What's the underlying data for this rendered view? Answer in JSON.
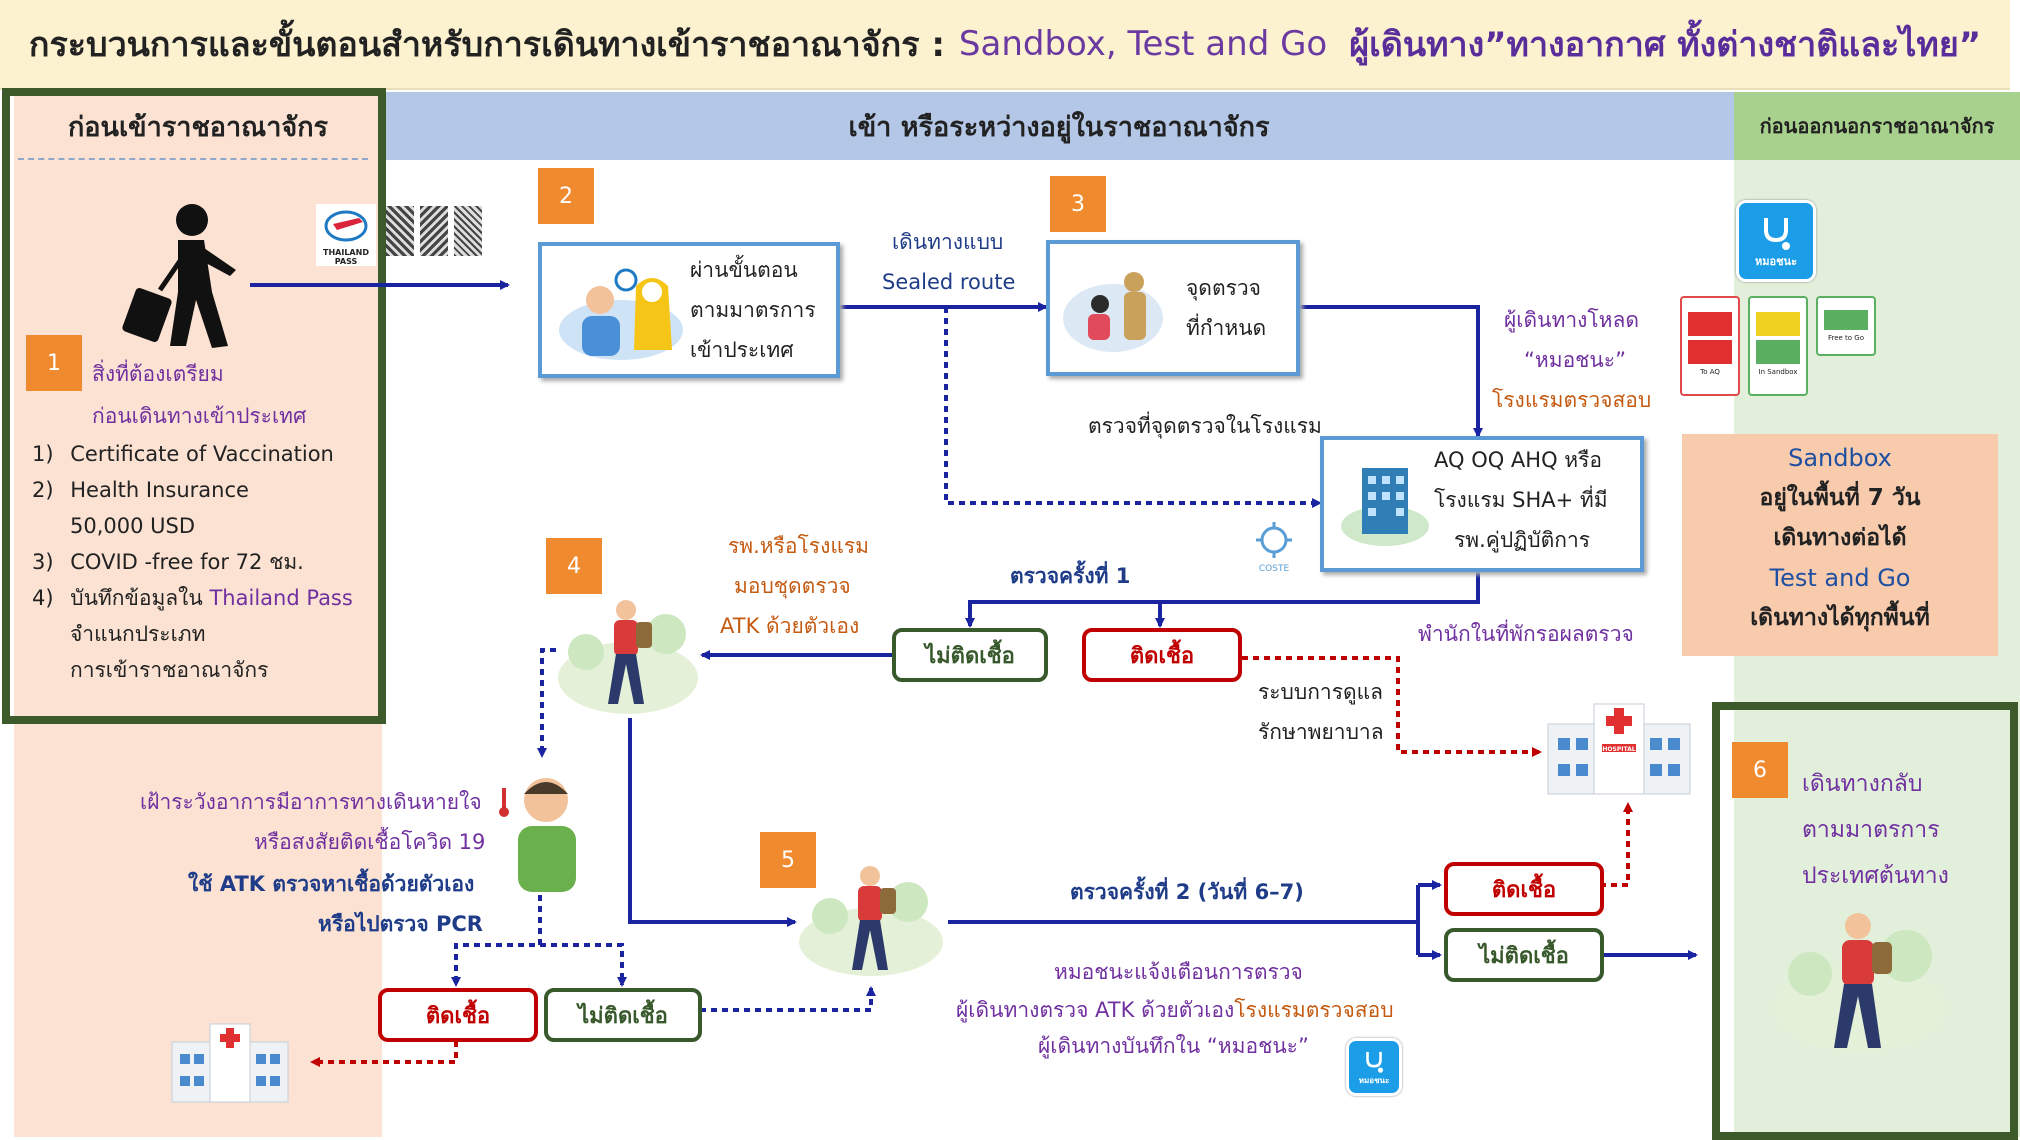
{
  "title": {
    "thai": "กระบวนการและขั้นตอนสำหรับการเดินทางเข้าราชอาณาจักร :",
    "program": "Sandbox, Test and Go",
    "travellers": "ผู้เดินทาง”ทางอากาศ ทั้งต่างชาติและไทย”"
  },
  "zones": {
    "before": "ก่อนเข้าราชอาณาจักร",
    "during": "เข้า หรือระหว่างอยู่ในราชอาณาจักร",
    "leaving": "ก่อนออกนอกราชอาณาจักร"
  },
  "step1": {
    "num": "1",
    "title_line1": "สิ่งที่ต้องเตรียม",
    "title_line2": "ก่อนเดินทางเข้าประเทศ",
    "items": [
      {
        "n": "1)",
        "text": "Certificate of Vaccination"
      },
      {
        "n": "2)",
        "text": "Health Insurance"
      },
      {
        "n": "",
        "text": "50,000 USD"
      },
      {
        "n": "3)",
        "text": "COVID -free for 72 ชม."
      },
      {
        "n": "4)",
        "text": "บันทึกข้อมูลใน",
        "highlight": "Thailand Pass"
      },
      {
        "n": "",
        "text": "จำแนกประเภท"
      },
      {
        "n": "",
        "text": "การเข้าราชอาณาจักร"
      }
    ],
    "logo_text": "THAILAND PASS"
  },
  "step2": {
    "num": "2",
    "lines": [
      "ผ่านขั้นตอน",
      "ตามมาตรการ",
      "เข้าประเทศ"
    ]
  },
  "route": {
    "line1": "เดินทางแบบ",
    "line2": "Sealed route"
  },
  "step3": {
    "num": "3",
    "lines": [
      "จุดตรวจ",
      "ที่กำหนด"
    ]
  },
  "hotel_check": "ตรวจที่จุดตรวจในโรงแรม",
  "download": {
    "line1": "ผู้เดินทางโหลด",
    "line2": "“หมอชนะ”",
    "line3": "โรงแรมตรวจสอบ"
  },
  "app_name": "หมอชนะ",
  "qr_labels": [
    "To AQ",
    "In Sandbox",
    "Free to Go"
  ],
  "hotel": {
    "lines": [
      "AQ OQ AHQ หรือ",
      "โรงแรม SHA+ ที่มี",
      "รพ.คู่ปฏิบัติการ"
    ],
    "logo": "COSTE"
  },
  "summary": {
    "sandbox": "Sandbox",
    "sandbox_desc1": "อยู่ในพื้นที่ 7 วัน",
    "sandbox_desc2": "เดินทางต่อได้",
    "tag": "Test and Go",
    "tag_desc": "เดินทางได้ทุกพื้นที่"
  },
  "test1": "ตรวจครั้งที่ 1",
  "stay": "พำนักในที่พักรอผลตรวจ",
  "negative": "ไม่ติดเชื้อ",
  "positive": "ติดเชื้อ",
  "step4": {
    "num": "4",
    "kit_line1": "รพ.หรือโรงแรม",
    "kit_line2": "มอบชุดตรวจ",
    "kit_line3": "ATK  ด้วยตัวเอง"
  },
  "care": {
    "line1": "ระบบการดูแล",
    "line2": "รักษาพยาบาล"
  },
  "hospital_label": "HOSPITAL",
  "monitor": {
    "line1": "เฝ้าระวังอาการมีอาการทางเดินหายใจ",
    "line2": "หรือสงสัยติดเชื้อโควิด 19",
    "line3": "ใช้ ATK ตรวจหาเชื้อด้วยตัวเอง",
    "line4": "หรือไปตรวจ PCR"
  },
  "step5": {
    "num": "5"
  },
  "test2": "ตรวจครั้งที่ 2 (วันที่ 6–7)",
  "notify": {
    "line1": "หมอชนะแจ้งเตือนการตรวจ",
    "line2a": "ผู้เดินทางตรวจ ATK ด้วยตัวเอง",
    "line2b": "โรงแรมตรวจสอบ",
    "line3": "ผู้เดินทางบันทึกใน  “หมอชนะ”"
  },
  "step6": {
    "num": "6",
    "lines": [
      "เดินทางกลับ",
      "ตามมาตรการ",
      "ประเทศต้นทาง"
    ]
  },
  "colors": {
    "arrow": "#1a23a0",
    "positive": "#c00000",
    "negative": "#38592c",
    "step": "#f08a2e",
    "zone_left": "#fbdccb",
    "zone_mid": "#b4c7e7",
    "zone_right": "#d6ead0"
  }
}
